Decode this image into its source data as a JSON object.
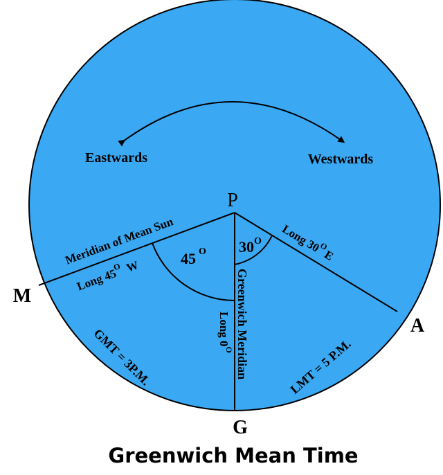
{
  "colors": {
    "disc_fill": "#3aa8f2",
    "line": "#000000",
    "background": "#ffffff"
  },
  "labels": {
    "eastwards": "Eastwards",
    "westwards": "Westwards",
    "pole": "P",
    "point_m": "M",
    "point_a": "A",
    "point_g": "G",
    "meridian_mean_sun": "Meridian of  Mean Sun",
    "long_west_prefix": "Long 45",
    "long_west_deg": "O",
    "long_west_dir": "W",
    "angle_45": "45",
    "angle_45_deg": "O",
    "angle_30": "30",
    "angle_30_deg": "O",
    "long_east_prefix": "Long 30",
    "long_east_deg": "O",
    "long_east_dir": "E",
    "greenwich_meridian": "Greenwich Meridian",
    "long_zero": "Long 0",
    "long_zero_deg": "O",
    "gmt": "GMT = 3P.M.",
    "lmt": "LMT = 5 P.M."
  },
  "caption": "Greenwich Mean Time"
}
